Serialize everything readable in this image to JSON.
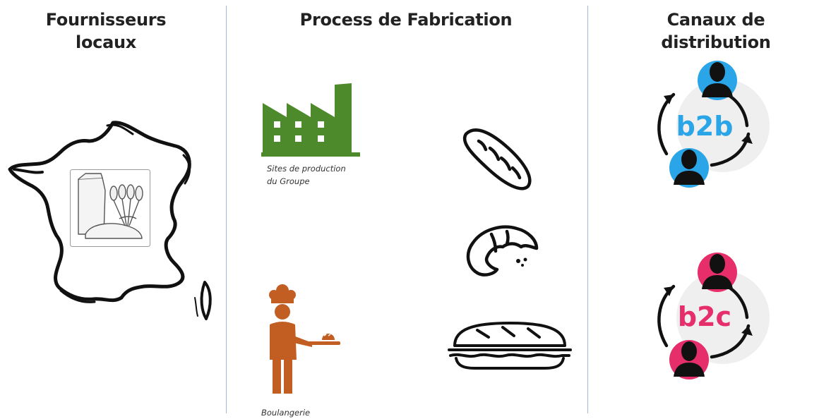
{
  "columns": {
    "suppliers": {
      "title_line1": "Fournisseurs",
      "title_line2": "locaux"
    },
    "process": {
      "title": "Process de Fabrication",
      "factory_caption_line1": "Sites de production",
      "factory_caption_line2": "du Groupe",
      "bakery_caption": "Boulangerie"
    },
    "distribution": {
      "title": "Canaux de distribution",
      "b2b_label": "b2b",
      "b2c_label": "b2c"
    }
  },
  "colors": {
    "factory": "#4d8a2c",
    "baker": "#c25e22",
    "b2b": "#2aa5e8",
    "b2c": "#e62e6b",
    "divider": "#9fb9d6"
  },
  "icons": [
    "france-map-icon",
    "flour-wheat-icon",
    "factory-icon",
    "baker-icon",
    "baguette-icon",
    "croissant-icon",
    "sandwich-icon",
    "b2b-cycle-icon",
    "b2c-cycle-icon"
  ]
}
